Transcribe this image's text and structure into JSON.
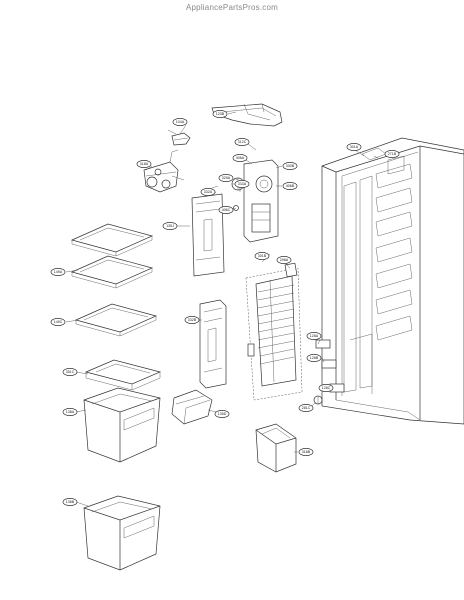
{
  "watermark": "AppliancePartsPros.com",
  "callouts": {
    "c104a": "104A",
    "c123": "123B",
    "c312c": "312C",
    "c318a": "318A",
    "c406a": "406A",
    "c330b": "330B",
    "c329a": "329A",
    "c333a": "333A",
    "c406b": "406B",
    "c332a": "332A",
    "c406c": "406C",
    "c135j": "135J",
    "c301a": "301A",
    "c271b": "271B",
    "c149a": "149A",
    "c298a": "298A",
    "c301b": "301B",
    "c149c": "149C",
    "c332b": "332B",
    "c128a": "128A",
    "c128b": "128B",
    "c351c": "351C",
    "c138a": "138A",
    "c135d": "135D",
    "c128c": "128C",
    "c281c": "281C",
    "c318b": "318B",
    "c138b": "138B"
  }
}
